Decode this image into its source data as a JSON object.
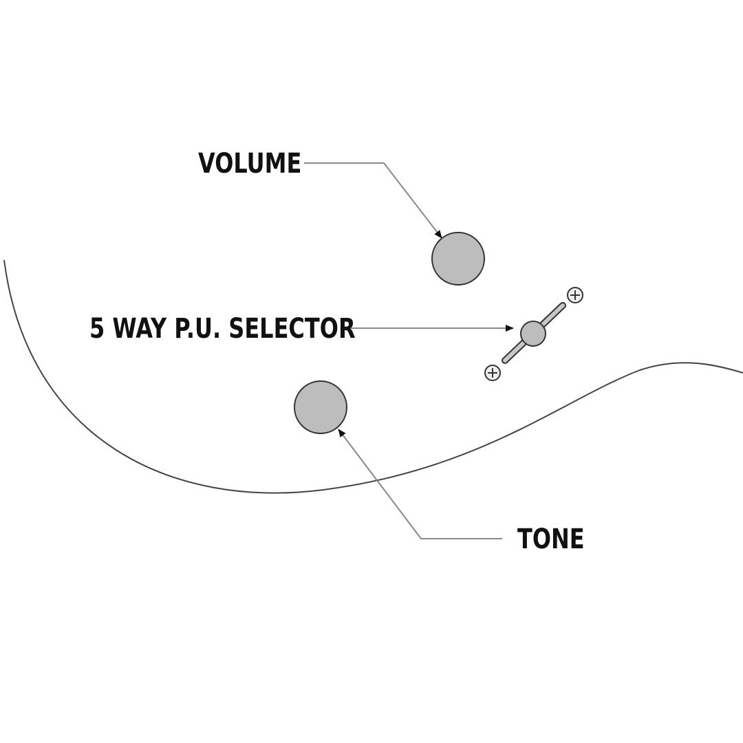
{
  "labels": {
    "volume": "VOLUME",
    "selector": "5 WAY P.U. SELECTOR",
    "tone": "TONE"
  },
  "colors": {
    "ink": "#111111",
    "leader": "#888888",
    "knob_fill": "#bdbdbd",
    "knob_stroke": "#333333",
    "body_outline": "#444444"
  },
  "icons": {
    "screw_top": "screw-icon",
    "screw_bottom": "screw-icon"
  }
}
